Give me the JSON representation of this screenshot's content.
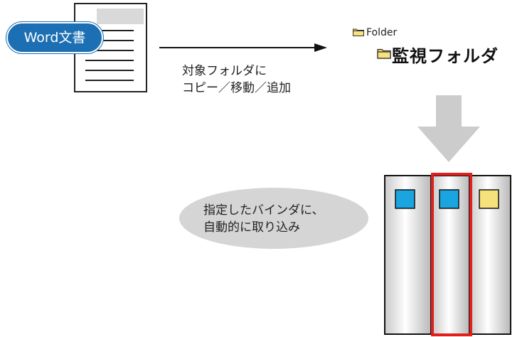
{
  "document": {
    "badge_label": "Word文書"
  },
  "flow": {
    "caption_line1": "対象フォルダに",
    "caption_line2": "コピー／移動／追加"
  },
  "folders": {
    "parent_label": "Folder",
    "watched_label": "監視フォルダ"
  },
  "note": {
    "line1": "指定したバインダに、",
    "line2": "自動的に取り込み"
  },
  "binders": [
    {
      "tab_color": "#1aa4e0",
      "highlighted": false
    },
    {
      "tab_color": "#1aa4e0",
      "highlighted": true
    },
    {
      "tab_color": "#f6e27a",
      "highlighted": false
    }
  ],
  "colors": {
    "badge_blue": "#1d6fb3",
    "highlight_red": "#e0201e",
    "arrow_gray": "#cccccc",
    "ellipse_gray": "#d5d5d5",
    "folder_yellow": "#f2d34a"
  }
}
